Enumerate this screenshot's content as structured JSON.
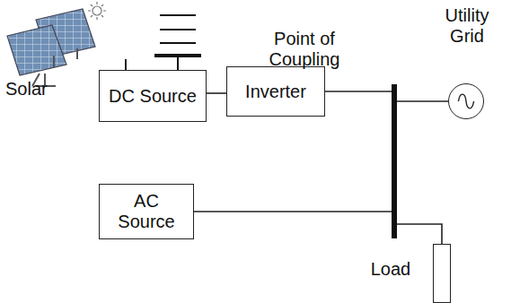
{
  "diagram": {
    "nodes": [
      {
        "text": [
          "DC Source"
        ]
      },
      {
        "text": [
          "Inverter"
        ]
      },
      {
        "text": [
          "Point of Coupling"
        ]
      },
      {
        "text": [
          "Utility Grid"
        ]
      },
      {
        "text": [
          "AC Source"
        ]
      },
      {
        "text": [
          "Load"
        ]
      }
    ],
    "edges": [
      {
        "from": 0,
        "to": 1,
        "arrow": "none"
      },
      {
        "from": 1,
        "to": 2,
        "arrow": "none"
      },
      {
        "from": 2,
        "to": 3,
        "arrow": "none"
      },
      {
        "from": 4,
        "to": 2,
        "arrow": "none"
      },
      {
        "from": 2,
        "to": 5,
        "arrow": "none"
      }
    ],
    "labels": [
      "Solar"
    ]
  }
}
